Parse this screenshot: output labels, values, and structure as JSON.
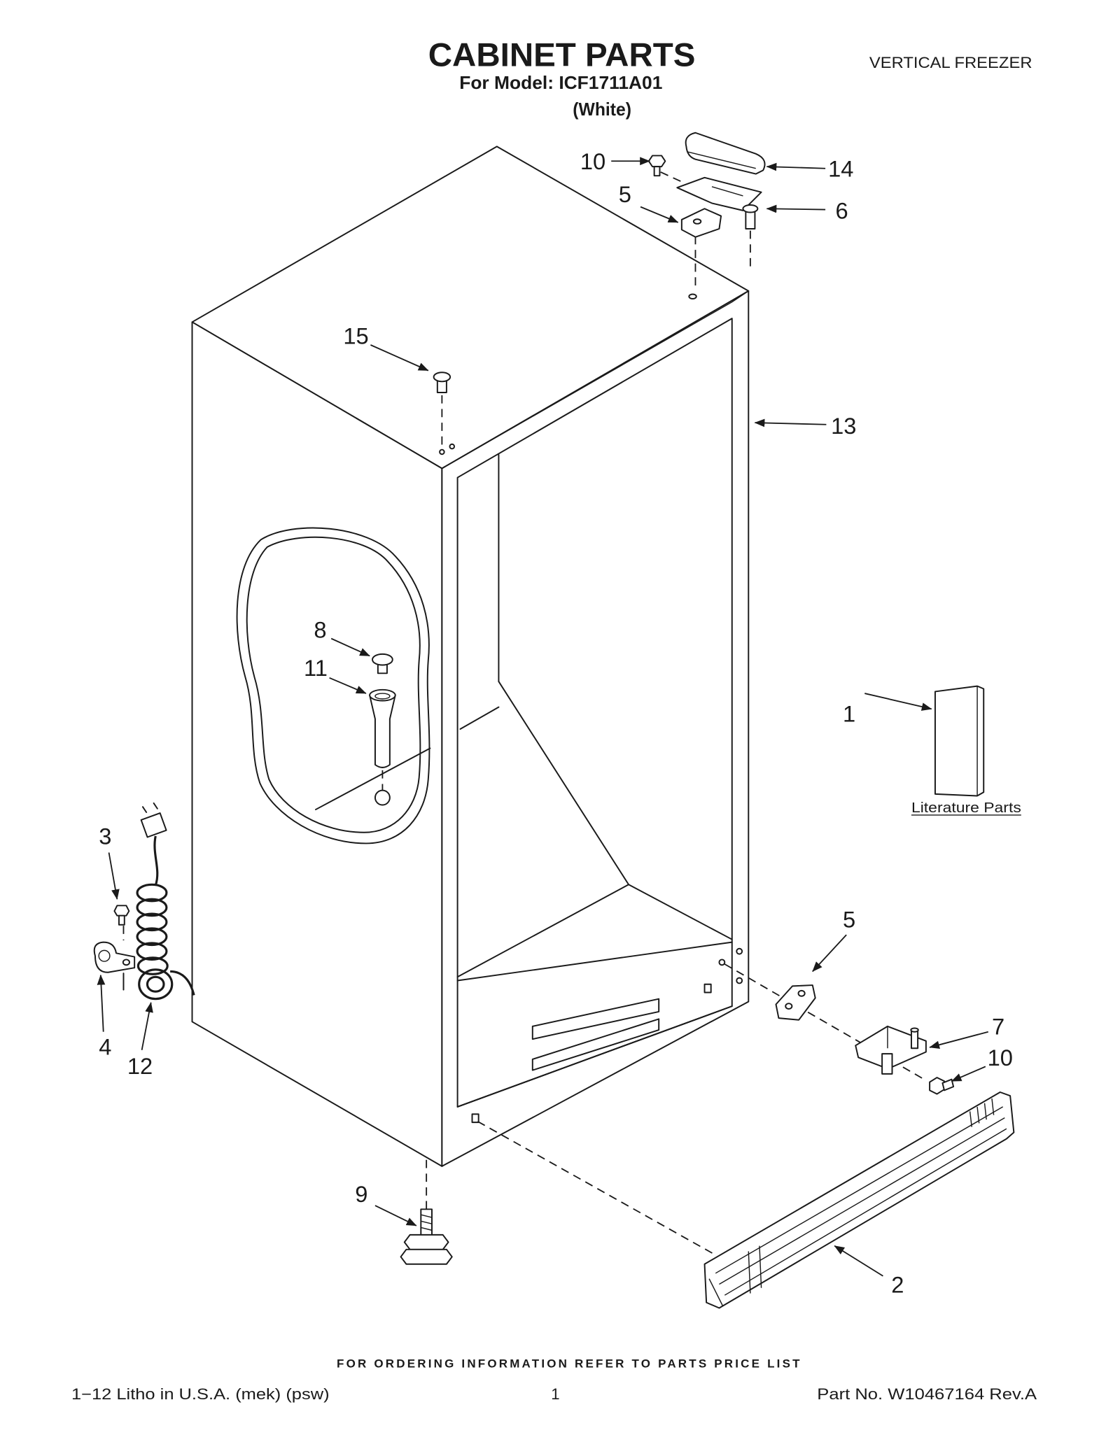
{
  "header": {
    "title": "CABINET PARTS",
    "model_line": "For Model: ICF1711A01",
    "color_line": "(White)",
    "product_type": "VERTICAL FREEZER"
  },
  "callouts": [
    "10",
    "14",
    "5",
    "6",
    "15",
    "13",
    "8",
    "11",
    "1",
    "3",
    "5",
    "7",
    "10",
    "4",
    "12",
    "9",
    "2"
  ],
  "literature_label": "Literature Parts",
  "footer": {
    "ordering_note": "FOR ORDERING INFORMATION REFER TO PARTS PRICE LIST",
    "litho": "1−12 Litho in U.S.A. (mek) (psw)",
    "page_number": "1",
    "part_number": "Part No. W10467164 Rev.A"
  },
  "colors": {
    "ink": "#1a1a1a",
    "paper": "#ffffff"
  }
}
